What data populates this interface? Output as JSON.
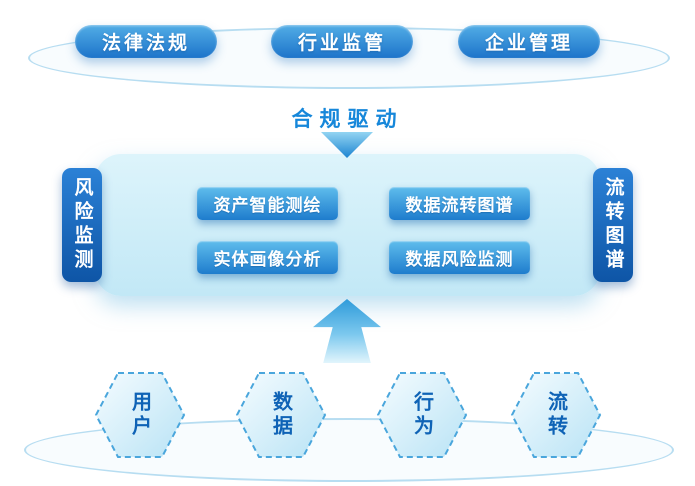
{
  "top_platform": {
    "pills": [
      {
        "label": "法律法规"
      },
      {
        "label": "行业监管"
      },
      {
        "label": "企业管理"
      }
    ]
  },
  "driver_label": "合规驱动",
  "platform": {
    "left_vertical_label": "风险监测",
    "right_vertical_label": "流转图谱",
    "capabilities": [
      {
        "label": "资产智能测绘"
      },
      {
        "label": "数据流转图谱"
      },
      {
        "label": "实体画像分析"
      },
      {
        "label": "数据风险监测"
      }
    ]
  },
  "sources": {
    "hexagons": [
      {
        "label": "用户"
      },
      {
        "label": "数据"
      },
      {
        "label": "行为"
      },
      {
        "label": "流转"
      }
    ]
  },
  "colors": {
    "accent_blue": "#1c84d1",
    "deep_blue": "#0e55a6",
    "light_cyan_panel": "#cdeef8",
    "ellipse_stroke": "#b7ddf1",
    "hex_text": "#0f63b6"
  }
}
